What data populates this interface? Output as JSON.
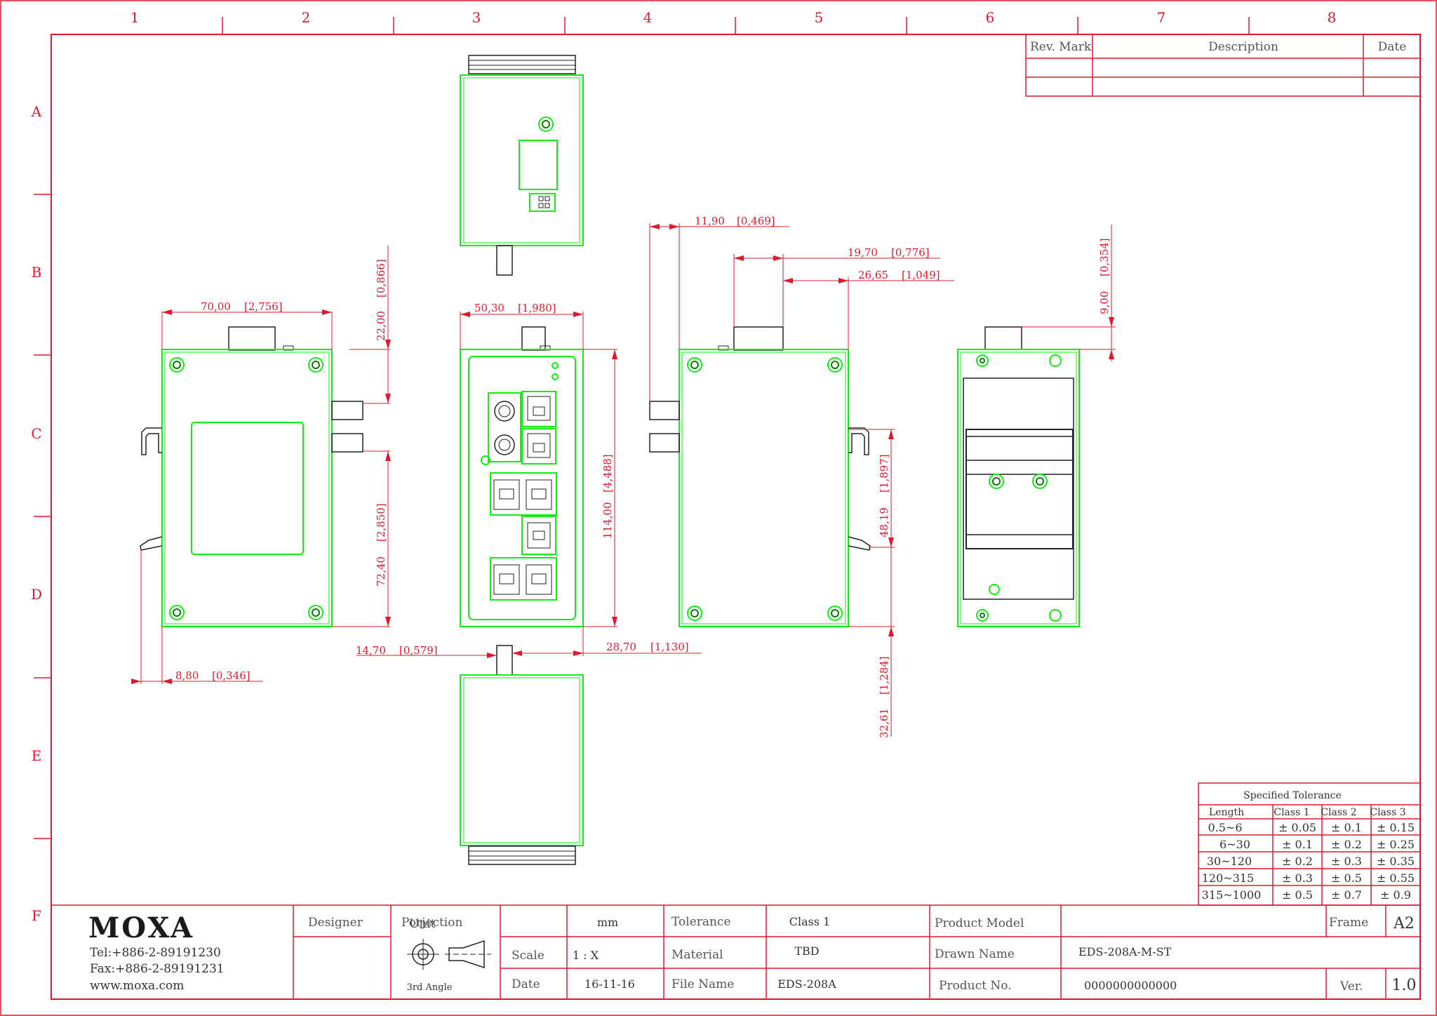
{
  "frame": {
    "columns": [
      "1",
      "2",
      "3",
      "4",
      "5",
      "6",
      "7",
      "8"
    ],
    "rows": [
      "A",
      "B",
      "C",
      "D",
      "E",
      "F"
    ]
  },
  "revision_table": {
    "headers": {
      "rev_mark": "Rev. Mark",
      "description": "Description",
      "date": "Date"
    }
  },
  "dimensions": {
    "d_70": "70,00",
    "d_70_in": "[2,756]",
    "d_22": "22,00",
    "d_22_in": "[0,866]",
    "d_72_40": "72,40",
    "d_72_40_in": "[2,850]",
    "d_8_80": "8,80",
    "d_8_80_in": "[0,346]",
    "d_50_30": "50,30",
    "d_50_30_in": "[1,980]",
    "d_114": "114,00",
    "d_114_in": "[4,488]",
    "d_14_70": "14,70",
    "d_14_70_in": "[0,579]",
    "d_28_70": "28,70",
    "d_28_70_in": "[1,130]",
    "d_11_90": "11,90",
    "d_11_90_in": "[0,469]",
    "d_19_70": "19,70",
    "d_19_70_in": "[0,776]",
    "d_26_65": "26,65",
    "d_26_65_in": "[1,049]",
    "d_48_19": "48,19",
    "d_48_19_in": "[1,897]",
    "d_32_61": "32,61",
    "d_32_61_in": "[1,284]",
    "d_9_00": "9,00",
    "d_9_00_in": "[0,354]"
  },
  "tolerance_table": {
    "title": "Specified Tolerance",
    "headers": [
      "Length",
      "Class 1",
      "Class 2",
      "Class 3"
    ],
    "rows": [
      [
        "0.5~6",
        "± 0.05",
        "± 0.1",
        "± 0.15"
      ],
      [
        "6~30",
        "± 0.1",
        "± 0.2",
        "± 0.25"
      ],
      [
        "30~120",
        "± 0.2",
        "± 0.3",
        "± 0.35"
      ],
      [
        "120~315",
        "± 0.3",
        "± 0.5",
        "± 0.55"
      ],
      [
        "315~1000",
        "± 0.5",
        "± 0.7",
        "± 0.9"
      ]
    ]
  },
  "title_block": {
    "logo": "MOXA",
    "tel": "Tel:+886-2-89191230",
    "fax": "Fax:+886-2-89191231",
    "web": "www.moxa.com",
    "designer_label": "Designer",
    "projection_label": "Porjection",
    "projection_value": "3rd Angle",
    "unit_label": "Unit",
    "unit_value": "mm",
    "scale_label": "Scale",
    "scale_value": "1 : X",
    "date_label": "Date",
    "date_value": "16-11-16",
    "tolerance_label": "Tolerance",
    "tolerance_value": "Class 1",
    "material_label": "Material",
    "material_value": "TBD",
    "file_name_label": "File Name",
    "file_name_value": "EDS-208A",
    "product_model_label": "Product Model",
    "drawn_name_label": "Drawn Name",
    "drawn_name_value": "EDS-208A-M-ST",
    "product_no_label": "Product No.",
    "product_no_value": "0000000000000",
    "frame_label": "Frame",
    "frame_value": "A2",
    "ver_label": "Ver.",
    "ver_value": "1.0"
  }
}
